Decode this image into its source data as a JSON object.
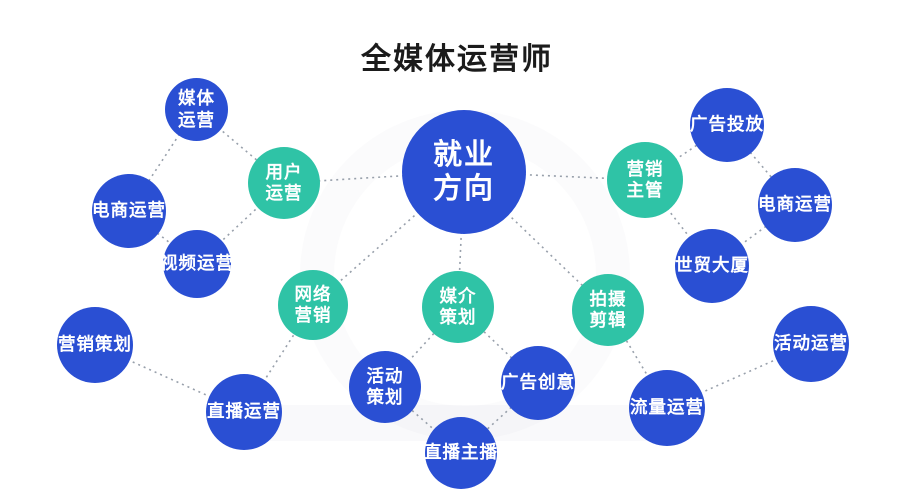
{
  "title": "全媒体运营师",
  "colors": {
    "job_node_blue": "#2a4fd3",
    "category_node_teal": "#2fc3a6",
    "connector_gray": "#98a0ab",
    "title_color": "#1b1b1b",
    "background": "#ffffff",
    "node_text": "#ffffff"
  },
  "diagram": {
    "hub": {
      "id": "employment-direction",
      "lines": [
        "就业",
        "方向"
      ],
      "color": "blue"
    },
    "nodes": [
      {
        "id": "media-operations",
        "color": "blue",
        "lines": [
          "媒体",
          "运营"
        ]
      },
      {
        "id": "ecommerce-operations-left",
        "color": "blue",
        "lines": [
          "电商运营"
        ]
      },
      {
        "id": "video-operations",
        "color": "blue",
        "lines": [
          "视频运营"
        ]
      },
      {
        "id": "user-operations",
        "color": "teal",
        "lines": [
          "用户",
          "运营"
        ]
      },
      {
        "id": "marketing-planning",
        "color": "blue",
        "lines": [
          "营销策划"
        ]
      },
      {
        "id": "livestream-operations",
        "color": "blue",
        "lines": [
          "直播运营"
        ]
      },
      {
        "id": "network-marketing",
        "color": "teal",
        "lines": [
          "网络",
          "营销"
        ]
      },
      {
        "id": "event-planning",
        "color": "blue",
        "lines": [
          "活动",
          "策划"
        ]
      },
      {
        "id": "livestream-host",
        "color": "blue",
        "lines": [
          "直播主播"
        ]
      },
      {
        "id": "media-planning",
        "color": "teal",
        "lines": [
          "媒介",
          "策划"
        ]
      },
      {
        "id": "ad-creative",
        "color": "blue",
        "lines": [
          "广告创意"
        ]
      },
      {
        "id": "shooting-editing",
        "color": "teal",
        "lines": [
          "拍摄",
          "剪辑"
        ]
      },
      {
        "id": "traffic-operations",
        "color": "blue",
        "lines": [
          "流量运营"
        ]
      },
      {
        "id": "event-operations",
        "color": "blue",
        "lines": [
          "活动运营"
        ]
      },
      {
        "id": "marketing-manager",
        "color": "teal",
        "lines": [
          "营销",
          "主管"
        ]
      },
      {
        "id": "ad-placement",
        "color": "blue",
        "lines": [
          "广告投放"
        ]
      },
      {
        "id": "ecommerce-operations-right",
        "color": "blue",
        "lines": [
          "电商运营"
        ]
      },
      {
        "id": "world-trade-building",
        "color": "blue",
        "lines": [
          "世贸大厦"
        ]
      }
    ],
    "connections": [
      [
        "employment-direction",
        "user-operations"
      ],
      [
        "employment-direction",
        "marketing-manager"
      ],
      [
        "employment-direction",
        "network-marketing"
      ],
      [
        "employment-direction",
        "media-planning"
      ],
      [
        "employment-direction",
        "shooting-editing"
      ],
      [
        "user-operations",
        "media-operations"
      ],
      [
        "media-operations",
        "ecommerce-operations-left"
      ],
      [
        "ecommerce-operations-left",
        "video-operations"
      ],
      [
        "video-operations",
        "user-operations"
      ],
      [
        "network-marketing",
        "livestream-operations"
      ],
      [
        "livestream-operations",
        "marketing-planning"
      ],
      [
        "media-planning",
        "event-planning"
      ],
      [
        "media-planning",
        "ad-creative"
      ],
      [
        "event-planning",
        "livestream-host"
      ],
      [
        "ad-creative",
        "livestream-host"
      ],
      [
        "shooting-editing",
        "traffic-operations"
      ],
      [
        "traffic-operations",
        "event-operations"
      ],
      [
        "marketing-manager",
        "ad-placement"
      ],
      [
        "ad-placement",
        "ecommerce-operations-right"
      ],
      [
        "ecommerce-operations-right",
        "world-trade-building"
      ],
      [
        "marketing-manager",
        "world-trade-building"
      ]
    ]
  }
}
